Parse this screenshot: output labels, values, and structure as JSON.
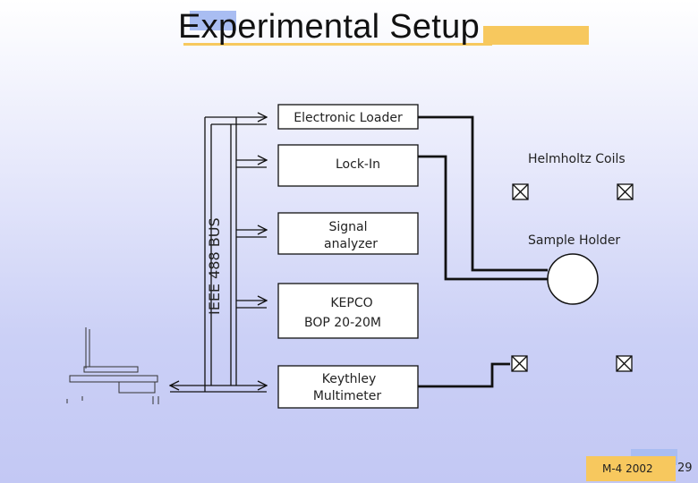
{
  "slide": {
    "title": "Experimental Setup",
    "footer_text": "M-4 2002",
    "page_number": "29"
  },
  "diagram": {
    "bus_label": "IEEE 488 BUS",
    "instruments": [
      {
        "label_lines": [
          "Electronic Loader"
        ]
      },
      {
        "label_lines": [
          "Lock-In"
        ]
      },
      {
        "label_lines": [
          "Signal",
          "analyzer"
        ]
      },
      {
        "label_lines": [
          "KEPCO",
          "BOP 20-20M"
        ]
      },
      {
        "label_lines": [
          "Keythley",
          "Multimeter"
        ]
      }
    ],
    "helmholtz_label": "Helmholtz Coils",
    "sample_label": "Sample Holder"
  },
  "colors": {
    "accent_blue": "#a9bdf2",
    "accent_gold": "#f7c85e",
    "line": "#111111"
  }
}
